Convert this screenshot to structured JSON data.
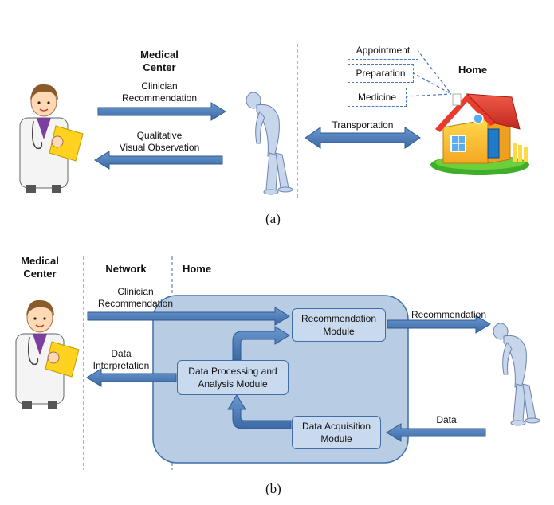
{
  "top": {
    "medical_center": "Medical\nCenter",
    "clinician_recommendation": "Clinician\nRecommendation",
    "qualitative_observation": "Qualitative\nVisual Observation",
    "transportation": "Transportation",
    "home": "Home",
    "home_items": [
      "Appointment",
      "Preparation",
      "Medicine"
    ],
    "caption": "(a)"
  },
  "bottom": {
    "medical_center": "Medical\nCenter",
    "network": "Network",
    "home": "Home",
    "clinician_recommendation": "Clinician\nRecommendation",
    "data_interpretation": "Data\nInterpretation",
    "recommendation_module": "Recommendation\nModule",
    "processing_module": "Data Processing and\nAnalysis Module",
    "acquisition_module": "Data Acquisition\nModule",
    "recommendation": "Recommendation",
    "data": "Data",
    "caption": "(b)"
  },
  "colors": {
    "arrow": "#4a7ab8",
    "arrow_stroke": "#2f5a92",
    "home_panel": "#b8cce4",
    "divider": "#3f6ea8"
  }
}
